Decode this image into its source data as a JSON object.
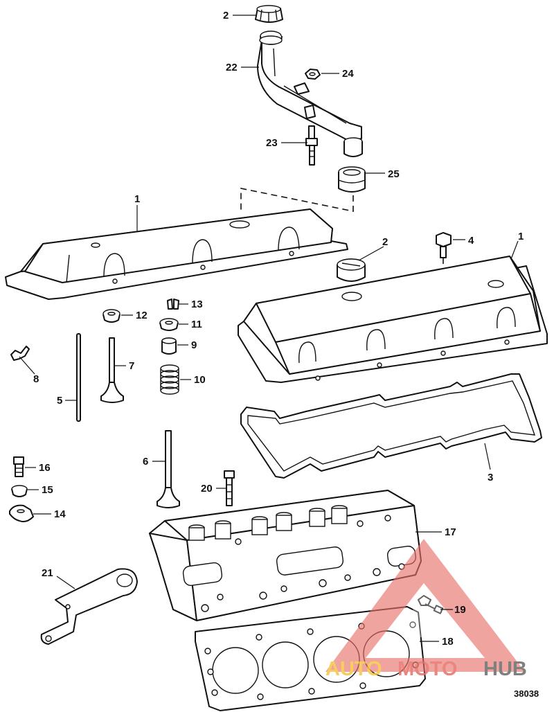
{
  "callouts": {
    "c1a": "1",
    "c1b": "1",
    "c2a": "2",
    "c2b": "2",
    "c3": "3",
    "c4": "4",
    "c5": "5",
    "c6": "6",
    "c7": "7",
    "c8": "8",
    "c9": "9",
    "c10": "10",
    "c11": "11",
    "c12": "12",
    "c13": "13",
    "c14": "14",
    "c15": "15",
    "c16": "16",
    "c17": "17",
    "c18": "18",
    "c19": "19",
    "c20": "20",
    "c21": "21",
    "c22": "22",
    "c23": "23",
    "c24": "24",
    "c25": "25"
  },
  "figure_number": "38038",
  "watermark": {
    "part1": "AUTO",
    "part2": "MOTO",
    "part3": "HUB",
    "color1": "#f5c542",
    "color2": "#e8706a",
    "color3": "#6b6b6b"
  }
}
